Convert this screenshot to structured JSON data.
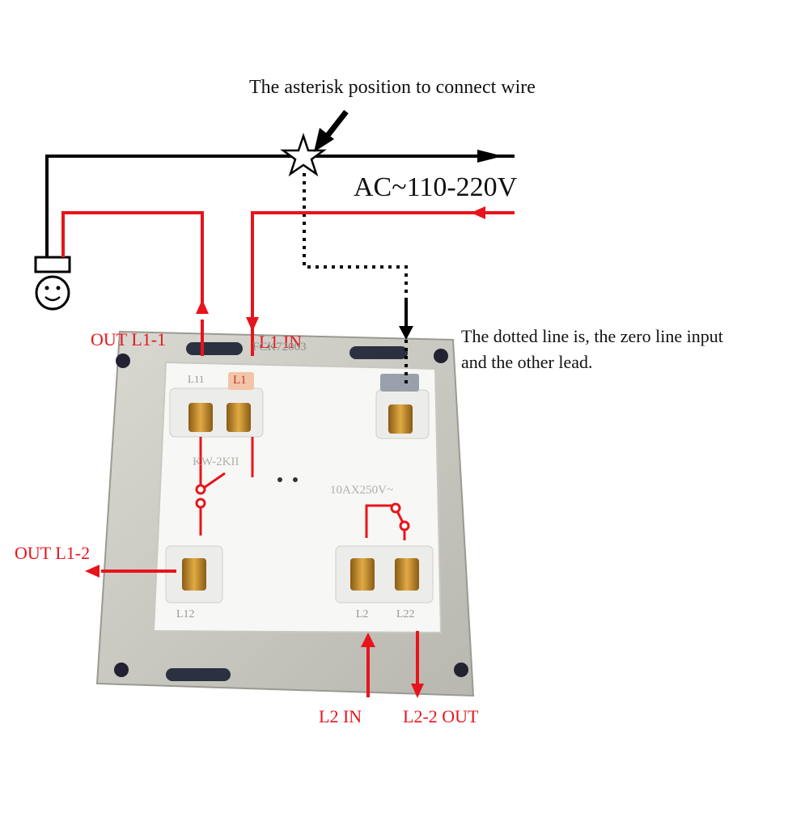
{
  "annotations": {
    "asterisk_note": "The asterisk position to connect wire",
    "voltage": "AC~110-220V",
    "dotted_note_line1": "The dotted line is, the zero line input",
    "dotted_note_line2": "and the other lead."
  },
  "terminal_labels": {
    "out_l1_1": "OUT L1-1",
    "l1_in": "L1 IN",
    "out_l1_2": "OUT L1-2",
    "l2_in": "L2 IN",
    "l2_2_out": "L2-2 OUT"
  },
  "switch_markings": {
    "l11": "L11",
    "l1": "L1",
    "l12": "L12",
    "l2": "L2",
    "l22": "L22",
    "model": "KW-2KII",
    "rating": "10AX250V~",
    "top_code": "FCK72003"
  },
  "colors": {
    "phase_wire": "#e8141c",
    "neutral_wire": "#000000",
    "plate": "#cfcfc8",
    "module": "#f7f7f5",
    "brass": "#c9922c"
  }
}
